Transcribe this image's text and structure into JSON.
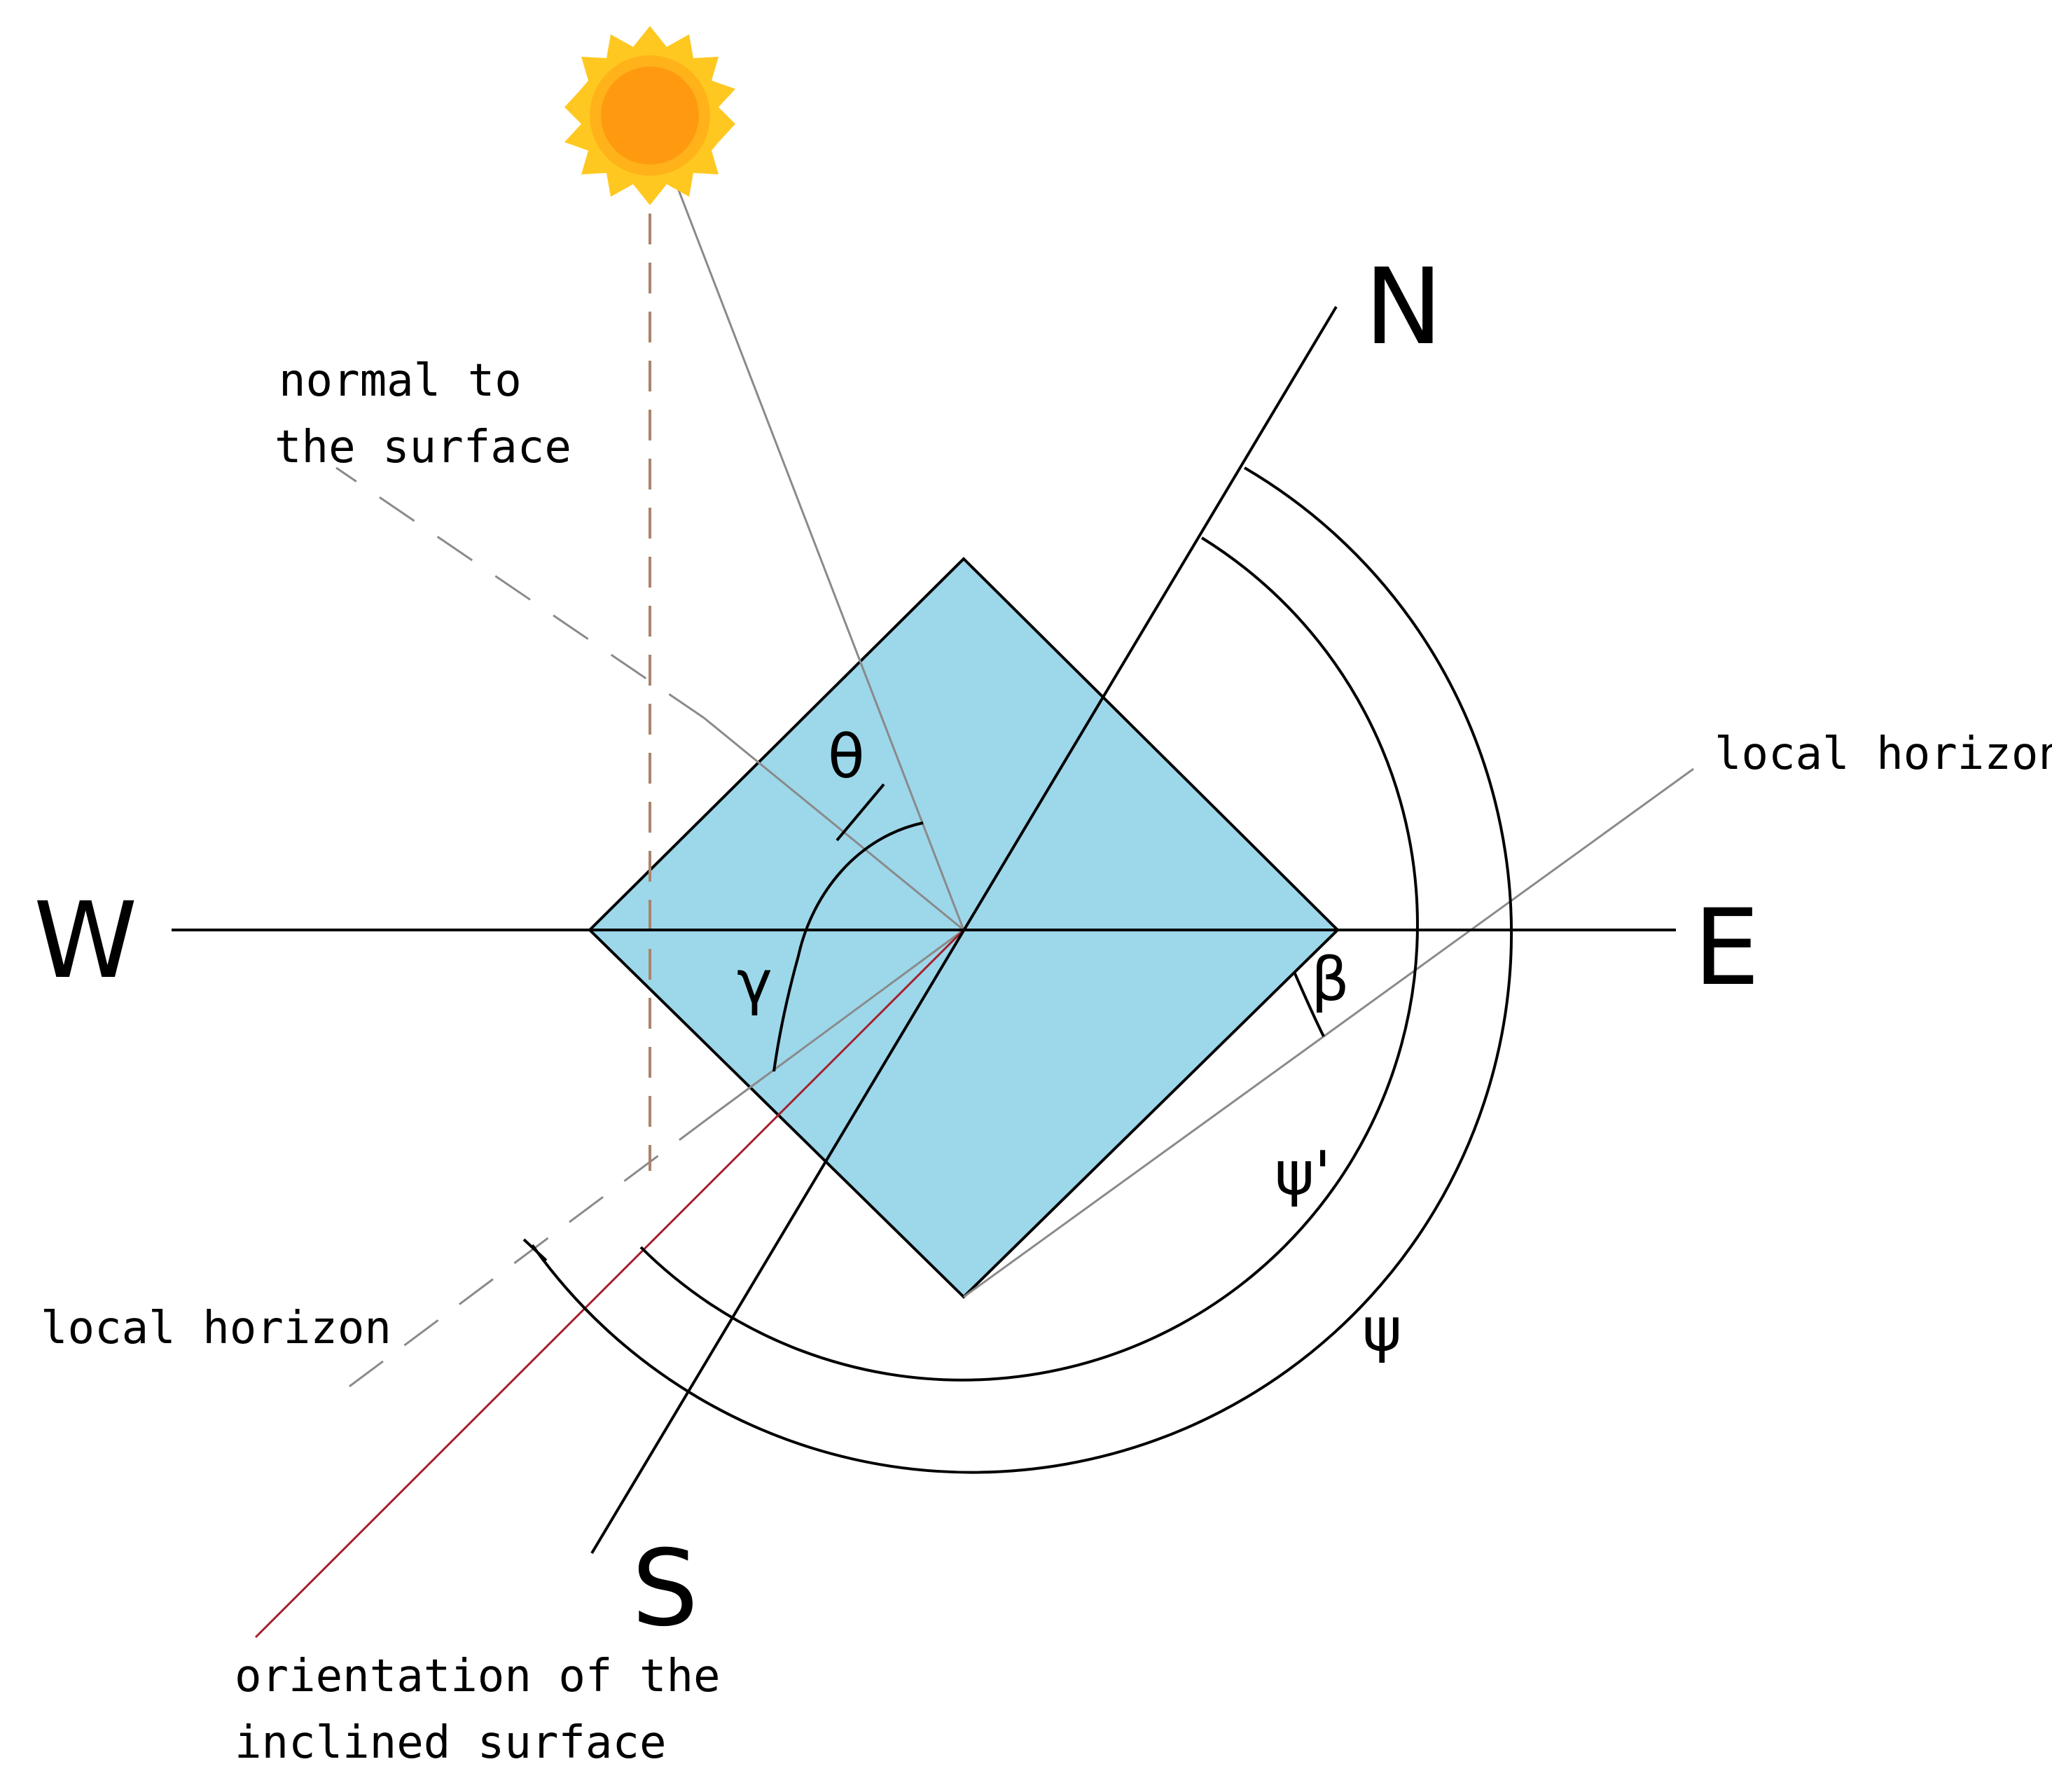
{
  "compass": {
    "north": "N",
    "south": "S",
    "west": "W",
    "east": "E"
  },
  "labels": {
    "normal_line1": "normal to",
    "normal_line2": "the surface",
    "local_horizon_right": "local horizon",
    "local_horizon_left": "local horizon",
    "orientation_line1": "orientation of the",
    "orientation_line2": "inclined surface"
  },
  "angles": {
    "theta": "θ",
    "gamma": "γ",
    "beta": "β",
    "psi_prime": "ψ'",
    "psi": "ψ"
  },
  "colors": {
    "surface_fill": "#9dd7ea",
    "sun_core": "#ff9a10",
    "sun_rays": "#ffc820",
    "vertical_dashed": "#a9846b",
    "orientation_line": "#a5202f",
    "helper_lines": "#888888",
    "ink": "#000000"
  }
}
